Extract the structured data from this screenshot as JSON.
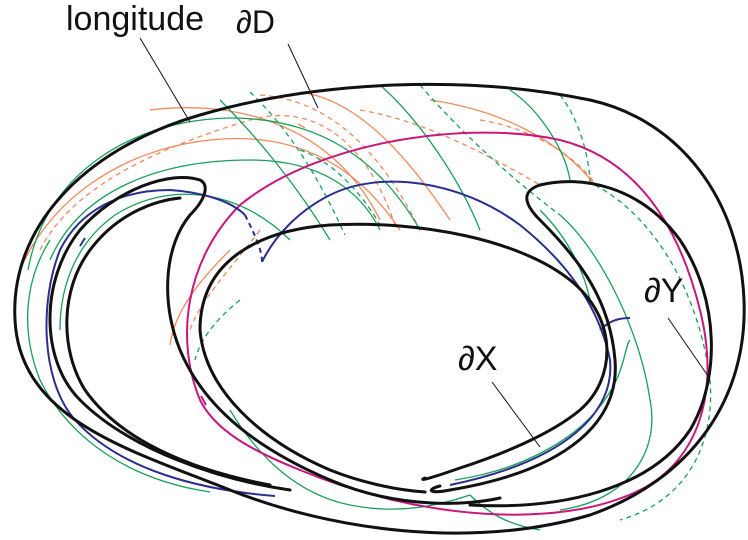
{
  "labels": {
    "longitude": "longitude",
    "boundary_D": "∂D",
    "boundary_Y": "∂Y",
    "boundary_X": "∂X"
  },
  "colors": {
    "outline": "#111111",
    "green": "#18a05a",
    "orange": "#f08a5d",
    "blue": "#2a2f8f",
    "magenta": "#c8177f"
  }
}
